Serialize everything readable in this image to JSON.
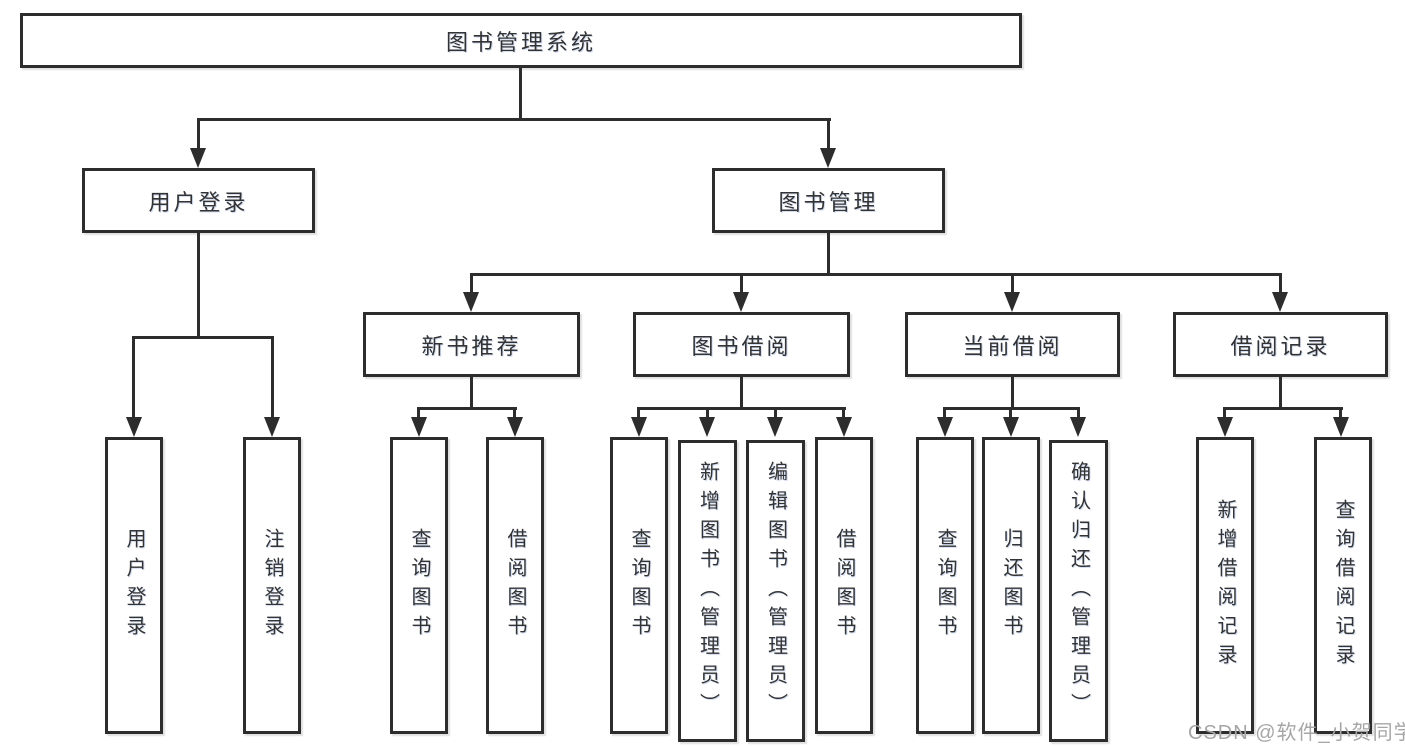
{
  "page": {
    "background": "#ffffff"
  },
  "colors": {
    "line": "#2d2d2d",
    "box_border": "#2d2d2d",
    "text": "#333333",
    "watermark": "#a6a6a6"
  },
  "watermark": {
    "text": "CSDN @软件_小贺同学"
  },
  "tree": {
    "root": {
      "label": "图书管理系统",
      "children": [
        {
          "label": "用户登录",
          "children": [
            {
              "label": "用户登录"
            },
            {
              "label": "注销登录"
            }
          ]
        },
        {
          "label": "图书管理",
          "children": [
            {
              "label": "新书推荐",
              "children": [
                {
                  "label": "查询图书"
                },
                {
                  "label": "借阅图书"
                }
              ]
            },
            {
              "label": "图书借阅",
              "children": [
                {
                  "label": "查询图书"
                },
                {
                  "label": "新增图书（管理员）"
                },
                {
                  "label": "编辑图书（管理员）"
                },
                {
                  "label": "借阅图书"
                }
              ]
            },
            {
              "label": "当前借阅",
              "children": [
                {
                  "label": "查询图书"
                },
                {
                  "label": "归还图书"
                },
                {
                  "label": "确认归还（管理员）"
                }
              ]
            },
            {
              "label": "借阅记录",
              "children": [
                {
                  "label": "新增借阅记录"
                },
                {
                  "label": "查询借阅记录"
                }
              ]
            }
          ]
        }
      ]
    }
  }
}
